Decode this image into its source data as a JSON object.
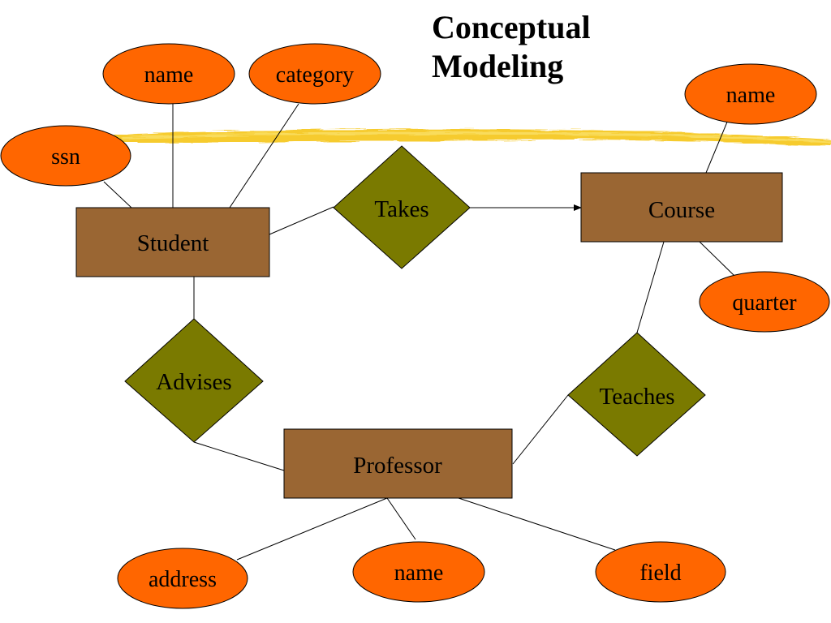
{
  "slide": {
    "title_line1": "Conceptual",
    "title_line2": "Modeling"
  },
  "colors": {
    "entity_fill": "#9a6633",
    "relationship_fill": "#7a7a00",
    "attribute_fill": "#ff6600",
    "highlight": "#f5c518",
    "stroke": "#000000"
  },
  "entities": {
    "student": "Student",
    "course": "Course",
    "professor": "Professor"
  },
  "relationships": {
    "takes": "Takes",
    "advises": "Advises",
    "teaches": "Teaches"
  },
  "attributes": {
    "student_ssn": "ssn",
    "student_name": "name",
    "student_category": "category",
    "course_name": "name",
    "course_quarter": "quarter",
    "professor_address": "address",
    "professor_name": "name",
    "professor_field": "field"
  }
}
